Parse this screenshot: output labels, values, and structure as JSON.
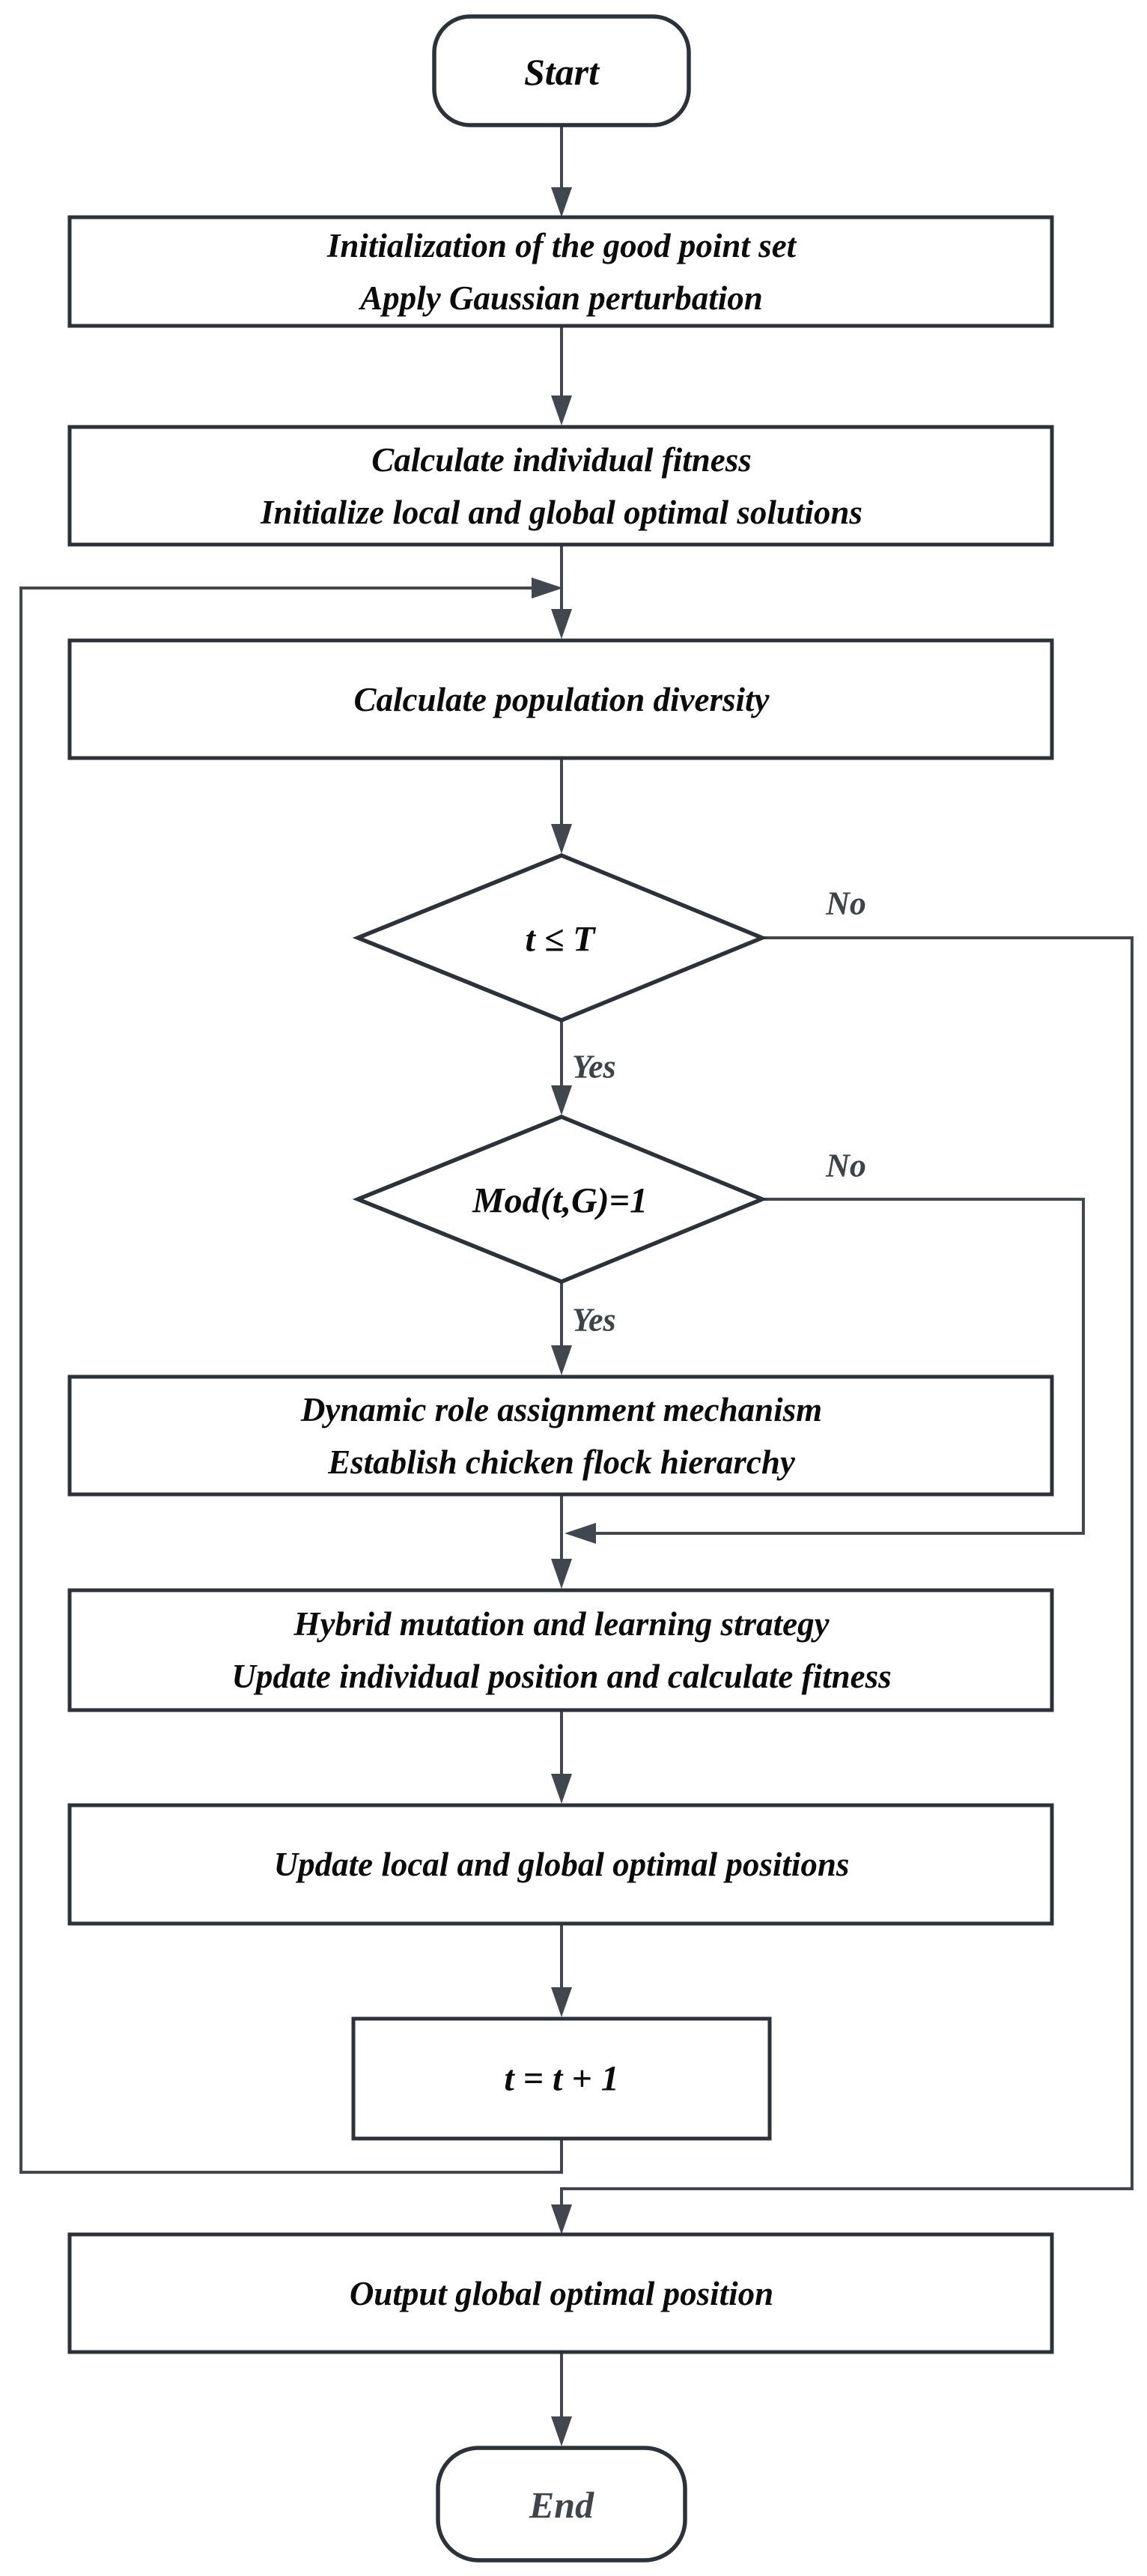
{
  "flowchart": {
    "colors": {
      "node_border": "#2b323a",
      "connector": "#41474e",
      "text": "#0b0b0b",
      "edge_label": "#3d434a",
      "terminator_end_text": "#3f454c",
      "background": "#ffffff"
    },
    "nodes": {
      "start": {
        "type": "terminator",
        "label": "Start"
      },
      "init": {
        "type": "process",
        "lines": [
          "Initialization of the good point set",
          "Apply Gaussian perturbation"
        ]
      },
      "fitness": {
        "type": "process",
        "lines": [
          "Calculate individual fitness",
          "Initialize local and global optimal solutions"
        ]
      },
      "diversity": {
        "type": "process",
        "label": "Calculate population diversity"
      },
      "decision_iteration": {
        "type": "decision",
        "label": "t ≤ T"
      },
      "decision_mod": {
        "type": "decision",
        "label": "Mod(t,G)=1"
      },
      "role": {
        "type": "process",
        "lines": [
          "Dynamic role assignment mechanism",
          "Establish chicken flock hierarchy"
        ]
      },
      "hybrid": {
        "type": "process",
        "lines": [
          "Hybrid mutation and learning strategy",
          "Update individual position and calculate fitness"
        ]
      },
      "update": {
        "type": "process",
        "label": "Update local and global optimal positions"
      },
      "increment": {
        "type": "process",
        "label": "t = t + 1"
      },
      "output": {
        "type": "process",
        "label": "Output global optimal position"
      },
      "end": {
        "type": "terminator",
        "label": "End"
      }
    },
    "edge_labels": {
      "iteration_no": "No",
      "iteration_yes": "Yes",
      "mod_no": "No",
      "mod_yes": "Yes"
    }
  }
}
